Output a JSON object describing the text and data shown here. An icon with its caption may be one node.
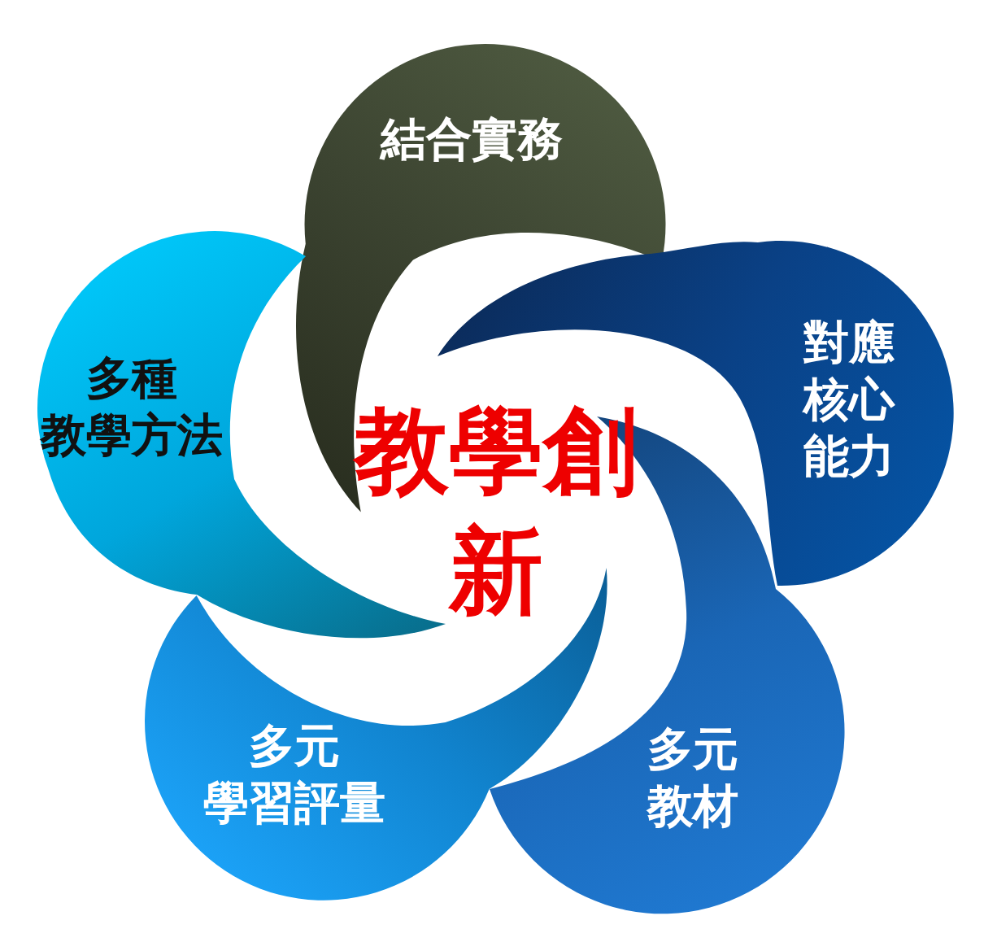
{
  "diagram": {
    "nodes": [
      {
        "text": [
          "結合實務"
        ]
      },
      {
        "text": [
          "對應核心能力"
        ]
      },
      {
        "text": [
          "多元教材"
        ]
      },
      {
        "text": [
          "多元學習評量"
        ]
      },
      {
        "text": [
          "多種教學方法"
        ]
      }
    ],
    "labels": [
      "教學創新"
    ]
  }
}
